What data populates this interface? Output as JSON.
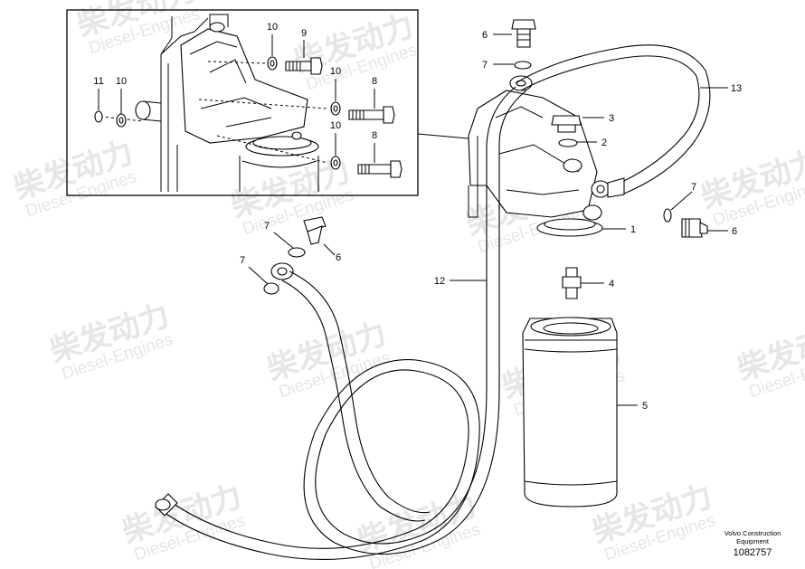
{
  "watermark": {
    "brand_cn": "柴发动力",
    "brand_en": "Diesel-Engines"
  },
  "callouts": [
    {
      "id": "c10a",
      "label": "10"
    },
    {
      "id": "c9",
      "label": "9"
    },
    {
      "id": "c11",
      "label": "11"
    },
    {
      "id": "c10b",
      "label": "10"
    },
    {
      "id": "c10c",
      "label": "10"
    },
    {
      "id": "c8a",
      "label": "8"
    },
    {
      "id": "c10d",
      "label": "10"
    },
    {
      "id": "c8b",
      "label": "8"
    },
    {
      "id": "c6a",
      "label": "6"
    },
    {
      "id": "c7a",
      "label": "7"
    },
    {
      "id": "c13",
      "label": "13"
    },
    {
      "id": "c3",
      "label": "3"
    },
    {
      "id": "c2",
      "label": "2"
    },
    {
      "id": "c7b",
      "label": "7"
    },
    {
      "id": "c1",
      "label": "1"
    },
    {
      "id": "c6b",
      "label": "6"
    },
    {
      "id": "c7c",
      "label": "7"
    },
    {
      "id": "c6c",
      "label": "6"
    },
    {
      "id": "c7d",
      "label": "7"
    },
    {
      "id": "c12",
      "label": "12"
    },
    {
      "id": "c4",
      "label": "4"
    },
    {
      "id": "c5",
      "label": "5"
    }
  ],
  "footer": {
    "company_line1": "Volvo Construction",
    "company_line2": "Equipment",
    "drawing_number": "1082757"
  }
}
